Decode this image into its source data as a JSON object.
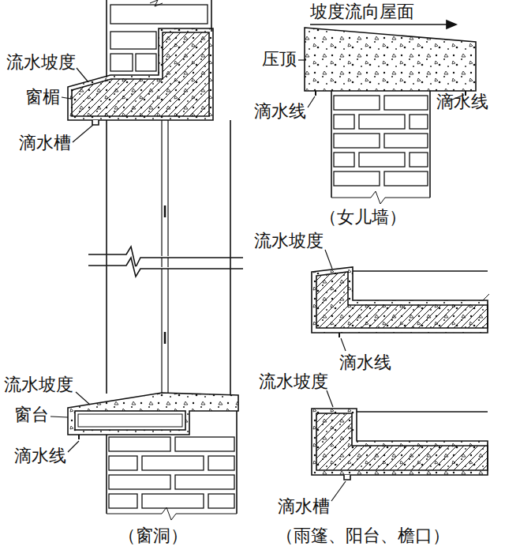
{
  "diagram": {
    "labels": [
      "流水坡度",
      "窗楣",
      "滴水槽",
      "坡度流向屋面",
      "压顶",
      "滴水线",
      "滴水线",
      "（女儿墙）",
      "流水坡度",
      "滴水线",
      "流水坡度",
      "窗台",
      "滴水线",
      "流水坡度",
      "滴水槽",
      "（窗洞）",
      "（雨篷、阳台、檐口）"
    ]
  }
}
